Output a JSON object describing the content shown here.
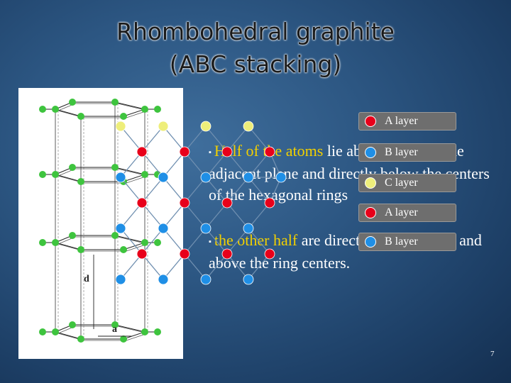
{
  "slide": {
    "title_line1": "Rhombohedral graphite",
    "title_line2": "(ABC stacking)",
    "bullet_char": "▪",
    "p1_highlight": "Half of the atoms",
    "p1_rest": " lie above atoms in the adjacent plane and directly below the centers of the hexagonal rings",
    "p2_highlight": "the other half",
    "p2_rest": " are directly below atoms and above the ring centers.",
    "page_number": "7"
  },
  "figure": {
    "label_d": "d",
    "label_a": "a"
  },
  "layers": [
    {
      "label": "A  layer",
      "color": "#e8001a"
    },
    {
      "label": "B  layer",
      "color": "#1f8fe6"
    },
    {
      "label": "C  layer",
      "color": "#eeee7a"
    },
    {
      "label": "A  layer",
      "color": "#e8001a"
    },
    {
      "label": "B  layer",
      "color": "#1f8fe6"
    }
  ],
  "colors": {
    "atom_a": "#e8001a",
    "atom_b": "#1f8fe6",
    "atom_c": "#eeee7a",
    "atom_green": "#3ec43e"
  }
}
